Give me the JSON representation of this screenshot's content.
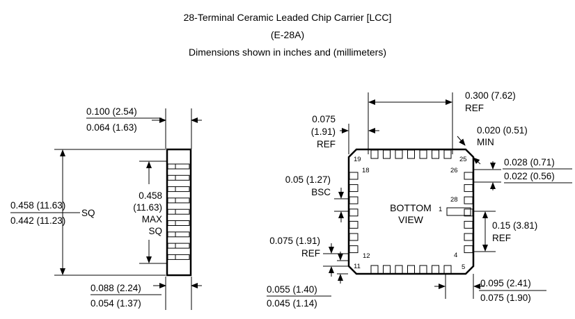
{
  "title": {
    "line1": "28-Terminal Ceramic Leaded Chip Carrier [LCC]",
    "line2": "(E-28A)",
    "line3": "Dimensions shown in inches and (millimeters)"
  },
  "side_view": {
    "thickness_max": "0.100 (2.54)",
    "thickness_min": "0.064 (1.63)",
    "body_max": "0.458 (11.63)",
    "body_min": "0.442 (11.23)",
    "body_suffix": "SQ",
    "lead_span_1": "0.458",
    "lead_span_2": "(11.63)",
    "lead_span_3": "MAX",
    "lead_span_4": "SQ",
    "standoff_max": "0.088 (2.24)",
    "standoff_min": "0.054 (1.37)"
  },
  "bottom_view": {
    "center_1": "BOTTOM",
    "center_2": "VIEW",
    "ref_300": "0.300 (7.62)",
    "ref_300_suffix": "REF",
    "ref_075_top_1": "0.075",
    "ref_075_top_2": "(1.91)",
    "ref_075_top_3": "REF",
    "chamfer_1": "0.020 (0.51)",
    "chamfer_2": "MIN",
    "pad_width_max": "0.028 (0.71)",
    "pad_width_min": "0.022 (0.56)",
    "pitch_1": "0.05 (1.27)",
    "pitch_2": "BSC",
    "pitch3_1": "0.15 (3.81)",
    "pitch3_2": "REF",
    "ref_075_left_1": "0.075 (1.91)",
    "ref_075_left_2": "REF",
    "pad_len_max": "0.055 (1.40)",
    "pad_len_min": "0.045 (1.14)",
    "corner_max": "0.095 (2.41)",
    "corner_min": "0.075 (1.90)",
    "pin_labels": {
      "p19": "19",
      "p18": "18",
      "p25": "25",
      "p26": "26",
      "p28": "28",
      "p1": "1",
      "p4": "4",
      "p5": "5",
      "p12": "12",
      "p11": "11"
    }
  }
}
